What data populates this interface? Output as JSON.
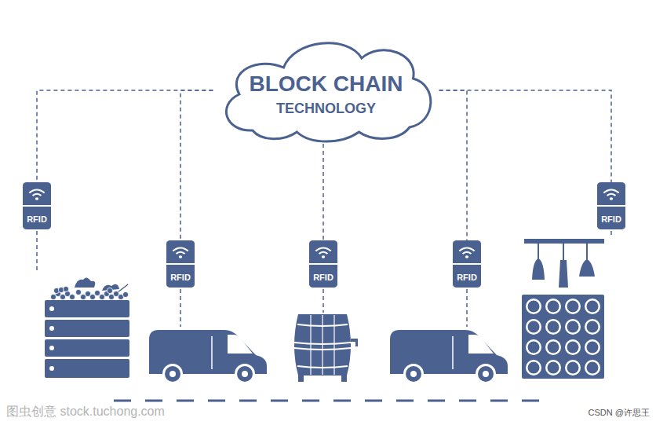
{
  "diagram": {
    "nodes": [
      {
        "text": [
          "BLOCK CHAIN",
          "TECHNOLOGY"
        ]
      },
      {
        "text": [
          "RFID"
        ]
      },
      {
        "text": [
          "RFID"
        ]
      },
      {
        "text": [
          "RFID"
        ]
      },
      {
        "text": [
          "RFID"
        ]
      },
      {
        "text": [
          "RFID"
        ]
      }
    ],
    "edges": [
      {
        "from": 0,
        "to": 1,
        "arrow": "none"
      },
      {
        "from": 0,
        "to": 2,
        "arrow": "none"
      },
      {
        "from": 0,
        "to": 3,
        "arrow": "none"
      },
      {
        "from": 0,
        "to": 4,
        "arrow": "none"
      },
      {
        "from": 0,
        "to": 5,
        "arrow": "none"
      }
    ],
    "labels": [
      "图虫创意 stock.tuchong.com",
      "CSDN @许思王"
    ]
  }
}
